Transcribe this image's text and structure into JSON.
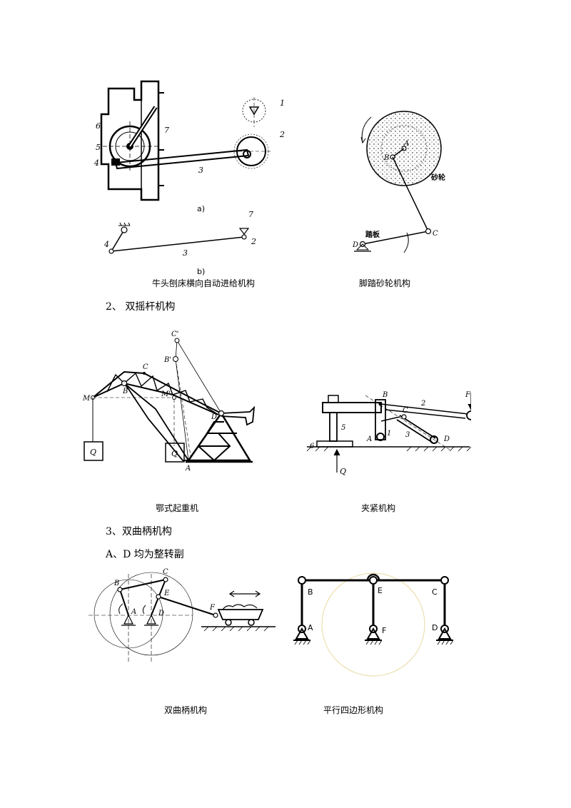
{
  "figures": {
    "shaper": {
      "caption": "牛头刨床横向自动进给机构",
      "sub_a": "a)",
      "sub_b": "b)",
      "parts": [
        "1",
        "2",
        "3",
        "4",
        "5",
        "6",
        "7"
      ]
    },
    "grinder": {
      "caption": "脚踏砂轮机构",
      "wheel_label": "砂轮",
      "pedal_label": "踏板",
      "points": [
        "A",
        "B",
        "C",
        "D"
      ]
    },
    "crane": {
      "caption": "鄂式起重机",
      "points": [
        "C'",
        "B'",
        "C",
        "B",
        "M",
        "M'",
        "D",
        "A"
      ],
      "load": "Q"
    },
    "clamp": {
      "caption": "夹紧机构",
      "points": [
        "B",
        "F",
        "C",
        "A",
        "1",
        "2",
        "3",
        "D",
        "5",
        "6"
      ],
      "load": "Q"
    },
    "double_crank": {
      "caption": "双曲柄机构",
      "points": [
        "C",
        "B",
        "E",
        "A",
        "D",
        "F"
      ]
    },
    "parallelogram": {
      "caption": "平行四边形机构",
      "points": [
        "B",
        "E",
        "C",
        "A",
        "F",
        "D"
      ]
    }
  },
  "sections": {
    "double_rocker": "2、 双摇杆机构",
    "double_crank": "3、双曲柄机构",
    "note": "A、D 均为整转副"
  },
  "colors": {
    "ink": "#000000",
    "circle_yellow": "#e8d9a0"
  }
}
